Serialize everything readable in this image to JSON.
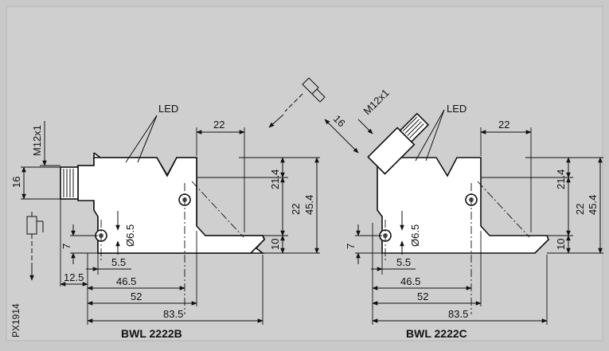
{
  "diagram_code": "PX1914",
  "left": {
    "caption": "BWL 2222B",
    "led": "LED",
    "thread": "M12x1",
    "d16": "16",
    "d22_top": "22",
    "d21_4": "21.4",
    "d22_v": "22",
    "d45_4": "45.4",
    "d10": "10",
    "d7": "7",
    "d6_5": "Ø6.5",
    "d5_5": "5.5",
    "d12_5": "12.5",
    "d46_5": "46.5",
    "d52": "52",
    "d83_5": "83.5"
  },
  "right": {
    "caption": "BWL 2222C",
    "led": "LED",
    "thread": "M12x1",
    "d16": "16",
    "d22_top": "22",
    "d21_4": "21.4",
    "d22_v": "22",
    "d45_4": "45.4",
    "d10": "10",
    "d7": "7",
    "d6_5": "Ø6.5",
    "d5_5": "5.5",
    "d46_5": "46.5",
    "d52": "52",
    "d83_5": "83.5"
  }
}
